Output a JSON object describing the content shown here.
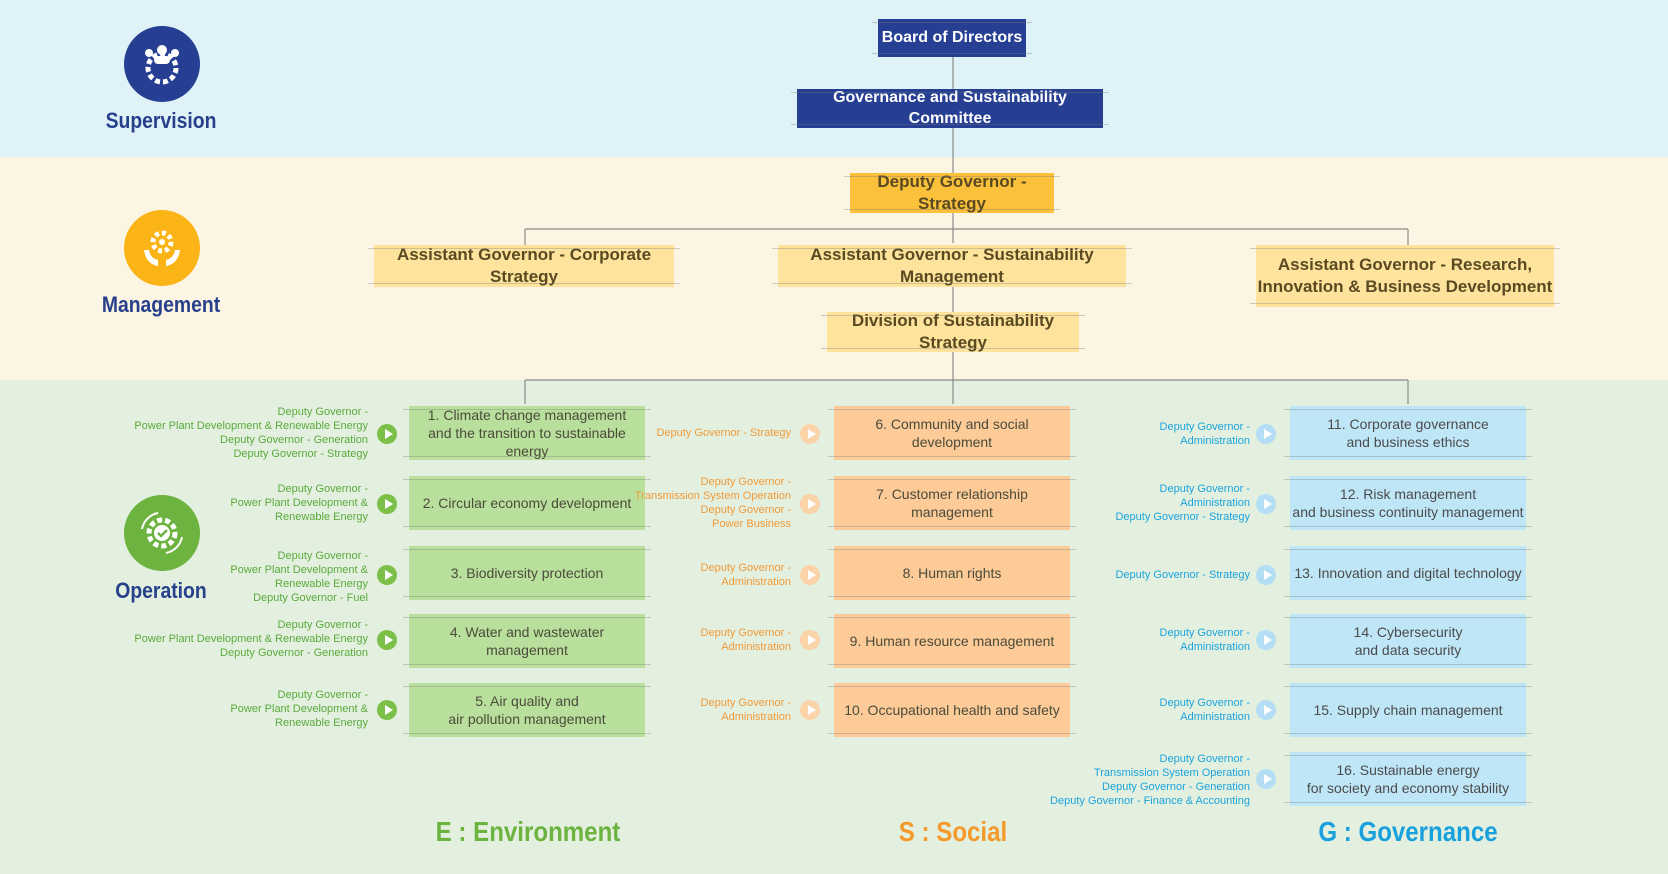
{
  "sections": {
    "supervision": "Supervision",
    "management": "Management",
    "operation": "Operation"
  },
  "supervision": {
    "board": "Board of Directors",
    "committee": "Governance and Sustainability Committee"
  },
  "management": {
    "deputy": "Deputy Governor - Strategy",
    "asst_corporate": "Assistant Governor - Corporate Strategy",
    "asst_sustain": "Assistant Governor - Sustainability Management",
    "asst_research": "Assistant Governor - Research,\nInnovation & Business Development",
    "division": "Division of Sustainability Strategy"
  },
  "environment": {
    "title": "E : Environment",
    "color": "#6cb33f",
    "items": [
      {
        "label": "1. Climate change management\nand the transition to sustainable energy",
        "owner": "Deputy Governor -\nPower Plant Development & Renewable Energy\nDeputy Governor - Generation\nDeputy Governor - Strategy"
      },
      {
        "label": "2. Circular economy development",
        "owner": "Deputy Governor -\nPower Plant Development &\nRenewable Energy"
      },
      {
        "label": "3. Biodiversity protection",
        "owner": "Deputy Governor -\nPower Plant Development &\nRenewable Energy\nDeputy Governor - Fuel"
      },
      {
        "label": "4. Water and wastewater management",
        "owner": "Deputy Governor -\nPower Plant Development & Renewable Energy\nDeputy Governor - Generation"
      },
      {
        "label": "5. Air quality and\nair pollution management",
        "owner": "Deputy Governor -\nPower Plant Development &\nRenewable Energy"
      }
    ]
  },
  "social": {
    "title": "S : Social",
    "color": "#f39a2b",
    "items": [
      {
        "label": "6. Community and social development",
        "owner": "Deputy Governor - Strategy"
      },
      {
        "label": "7. Customer relationship management",
        "owner": "Deputy Governor -\nTransmission System Operation\nDeputy Governor -\nPower Business"
      },
      {
        "label": "8. Human rights",
        "owner": "Deputy Governor -\nAdministration"
      },
      {
        "label": "9. Human resource management",
        "owner": "Deputy Governor -\nAdministration"
      },
      {
        "label": "10. Occupational health and safety",
        "owner": "Deputy Governor -\nAdministration"
      }
    ]
  },
  "governance": {
    "title": "G : Governance",
    "color": "#1aa0dd",
    "items": [
      {
        "label": "11. Corporate governance\nand business ethics",
        "owner": "Deputy Governor -\nAdministration"
      },
      {
        "label": "12. Risk management\nand business continuity management",
        "owner": "Deputy Governor -\nAdministration\nDeputy Governor - Strategy"
      },
      {
        "label": "13. Innovation and digital technology",
        "owner": "Deputy Governor - Strategy"
      },
      {
        "label": "14. Cybersecurity\nand data security",
        "owner": "Deputy Governor -\nAdministration"
      },
      {
        "label": "15. Supply chain management",
        "owner": "Deputy Governor -\nAdministration"
      },
      {
        "label": "16. Sustainable energy\nfor society and economy stability",
        "owner": "Deputy Governor -\nTransmission System Operation\nDeputy Governor - Generation\nDeputy Governor - Finance & Accounting"
      }
    ]
  }
}
